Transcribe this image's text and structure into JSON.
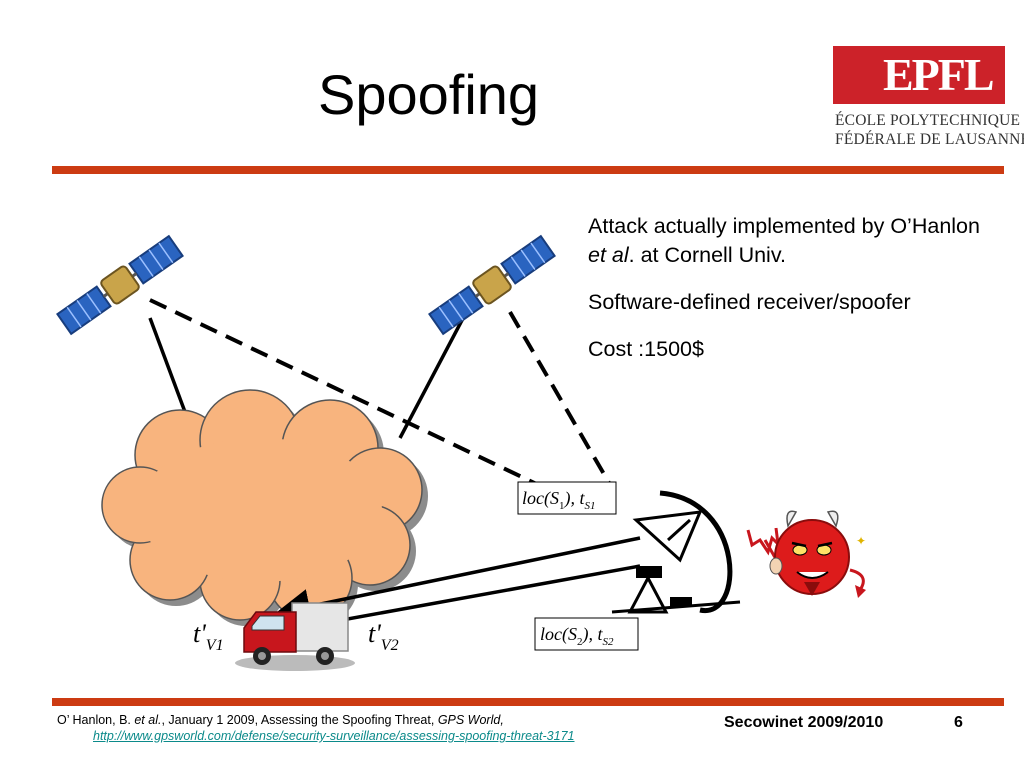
{
  "slide": {
    "title": "Spoofing",
    "page_number": "6",
    "course": "Secowinet 2009/2010"
  },
  "logo": {
    "mark": "EPFL",
    "line1": "ÉCOLE POLYTECHNIQUE",
    "line2": "FÉDÉRALE DE LAUSANNE",
    "color": "#cc2229"
  },
  "bullets": {
    "b1_part1": "Attack actually implemented by O’Hanlon ",
    "b1_italic": "et al",
    "b1_part2": ". at Cornell Univ.",
    "b2": "Software-defined receiver/spoofer",
    "b3": "Cost :1500$"
  },
  "diagram": {
    "label_s1": {
      "pre": "loc(S",
      "sub1": "1",
      "mid": "), t",
      "sub2": "S1"
    },
    "label_s2": {
      "pre": "loc(S",
      "sub1": "2",
      "mid": "), t",
      "sub2": "S2"
    },
    "label_tv1": {
      "main": "t'",
      "sub": "V1"
    },
    "label_tv2": {
      "main": "t'",
      "sub": "V2"
    },
    "icons": [
      "satellite-icon",
      "satellite-icon",
      "cloud-shape",
      "truck-icon",
      "dish-antenna-icon",
      "devil-icon"
    ],
    "colors": {
      "cloud": "#f8b47e",
      "cloud_stroke": "#666666",
      "rule": "#cc3b12",
      "truck": "#c8161d"
    }
  },
  "footer": {
    "cite_pre": "O’ Hanlon, B. ",
    "cite_etal": "et al.",
    "cite_mid": ", January 1 2009, Assessing the Spoofing Threat, ",
    "cite_journal": "GPS World,",
    "url": "http://www.gpsworld.com/defense/security-surveillance/assessing-spoofing-threat-3171"
  }
}
